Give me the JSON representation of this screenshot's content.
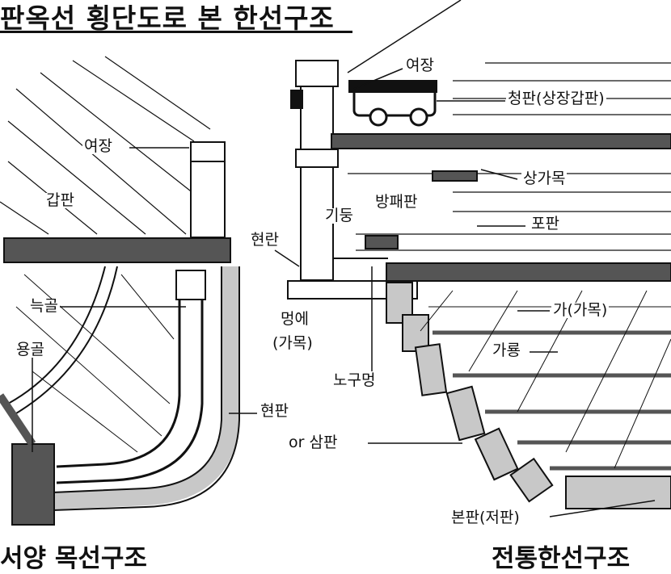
{
  "title": "판옥선 횡단도로 본 한선구조",
  "western": {
    "caption": "서양 목선구조",
    "labels": {
      "yeojang": "여장",
      "gappan": "갑판",
      "neukgol": "늑골",
      "yonggol": "용골",
      "hyeonpan": "현판",
      "sampan": "or 삼판"
    }
  },
  "korean": {
    "caption": "전통한선구조",
    "labels": {
      "yeojang": "여장",
      "cheongpan": "청판(상장갑판)",
      "sanggamok": "상가목",
      "bangpaepan": "방패판",
      "gidung": "기둥",
      "popan": "포판",
      "hyeonran": "현란",
      "meonge": "멍에",
      "gamok_paren": "(가목)",
      "nogumeong": "노구멍",
      "ga": "가(가목)",
      "garyong": "가룡",
      "bonpan": "본판(저판)"
    }
  },
  "colors": {
    "ink": "#111111",
    "gray": "#c8c8c8",
    "dark": "#555555"
  }
}
